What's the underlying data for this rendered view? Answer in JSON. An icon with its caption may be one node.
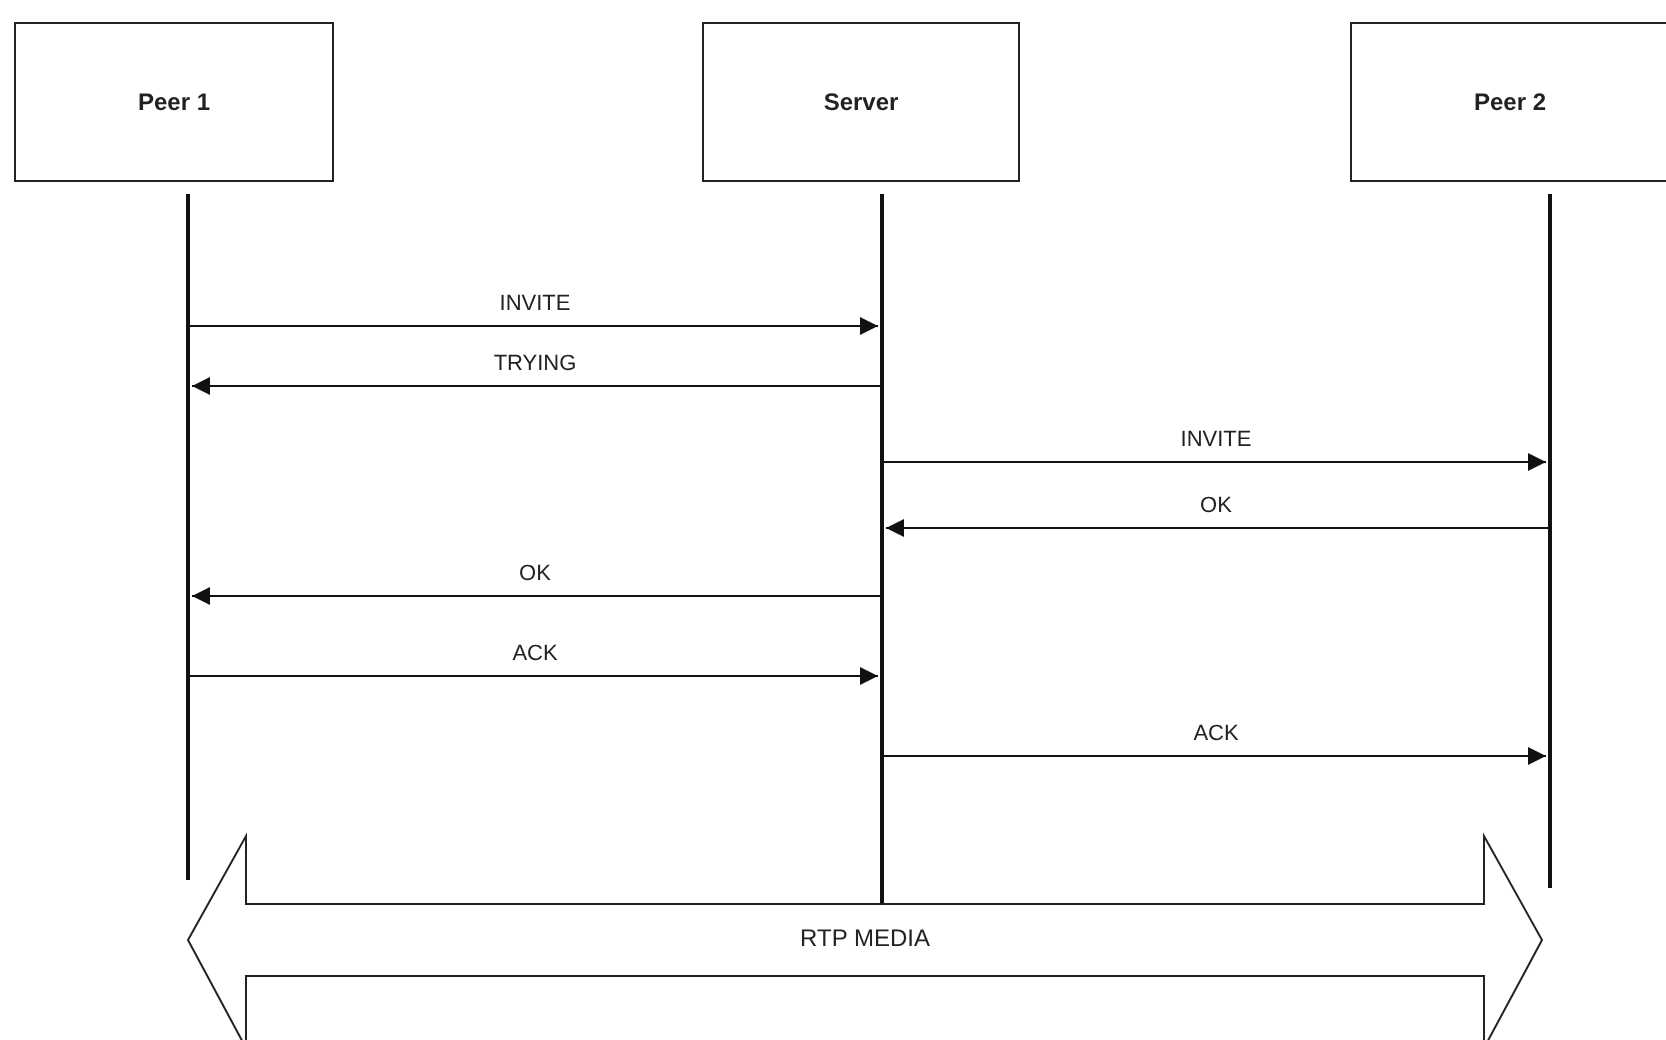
{
  "diagram": {
    "nodes": [
      {
        "text": [
          "Peer 1"
        ]
      },
      {
        "text": [
          "Server"
        ]
      },
      {
        "text": [
          "Peer 2"
        ]
      },
      {
        "text": [],
        "shape": "bar"
      },
      {
        "text": [],
        "shape": "bar"
      },
      {
        "text": [],
        "shape": "bar"
      },
      {
        "text": [
          "RTP MEDIA"
        ]
      }
    ],
    "edges": [
      {
        "from": 3,
        "to": 4,
        "arrow": "to",
        "label": "INVITE"
      },
      {
        "from": 4,
        "to": 3,
        "arrow": "to",
        "label": "TRYING"
      },
      {
        "from": 4,
        "to": 5,
        "arrow": "to",
        "label": "INVITE"
      },
      {
        "from": 5,
        "to": 4,
        "arrow": "to",
        "label": "OK"
      },
      {
        "from": 4,
        "to": 3,
        "arrow": "to",
        "label": "OK"
      },
      {
        "from": 3,
        "to": 4,
        "arrow": "to",
        "label": "ACK"
      },
      {
        "from": 4,
        "to": 5,
        "arrow": "to",
        "label": "ACK"
      }
    ]
  }
}
